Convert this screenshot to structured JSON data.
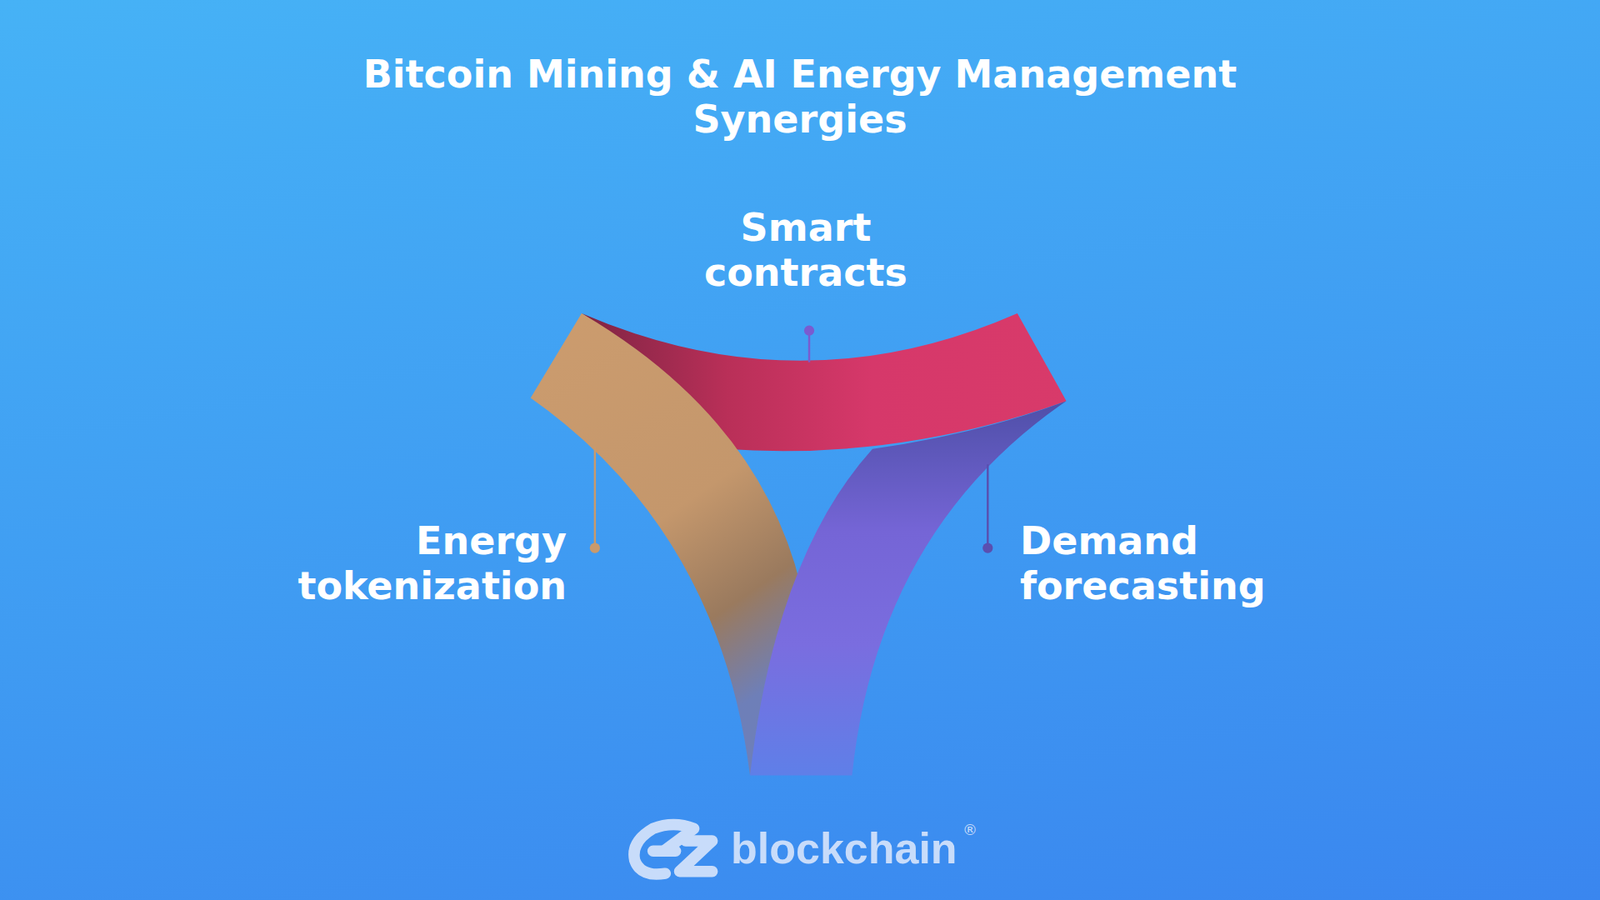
{
  "diagram": {
    "title": "Bitcoin Mining & AI Energy Management Synergies",
    "labels": [
      "Smart contracts",
      "Energy tokenization",
      "Demand forecasting",
      "blockchain",
      "®"
    ]
  }
}
